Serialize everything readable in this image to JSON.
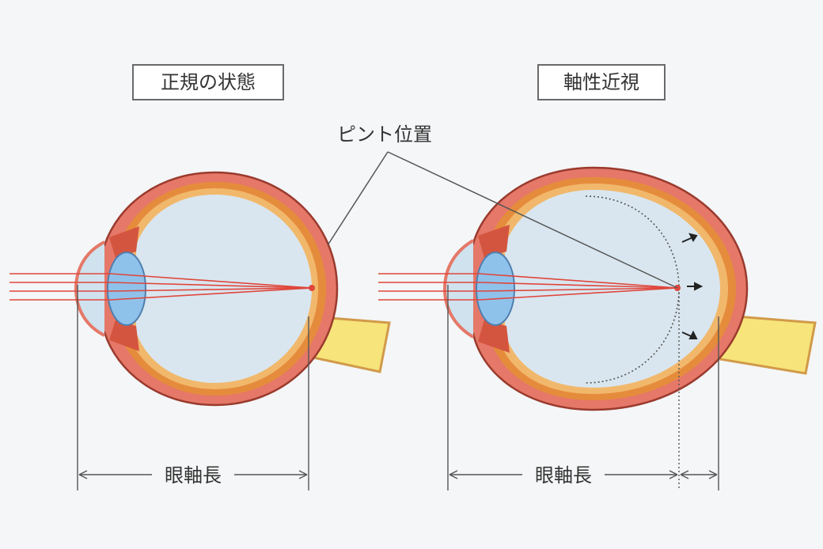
{
  "left_panel": {
    "title": "正規の状態",
    "axial_length_label": "眼軸長"
  },
  "right_panel": {
    "title": "軸性近視",
    "axial_length_label": "眼軸長"
  },
  "focus_label": "ピント位置",
  "colors": {
    "background": "#f4f6f7",
    "sclera": "#e57868",
    "choroid": "#e58c3c",
    "retina": "#f1b86c",
    "vitreous": "#d9e6ef",
    "lens": "#8fc2ea",
    "optic_nerve": "#f7e47a",
    "light_ray": "#e0463c",
    "line": "#555555"
  }
}
